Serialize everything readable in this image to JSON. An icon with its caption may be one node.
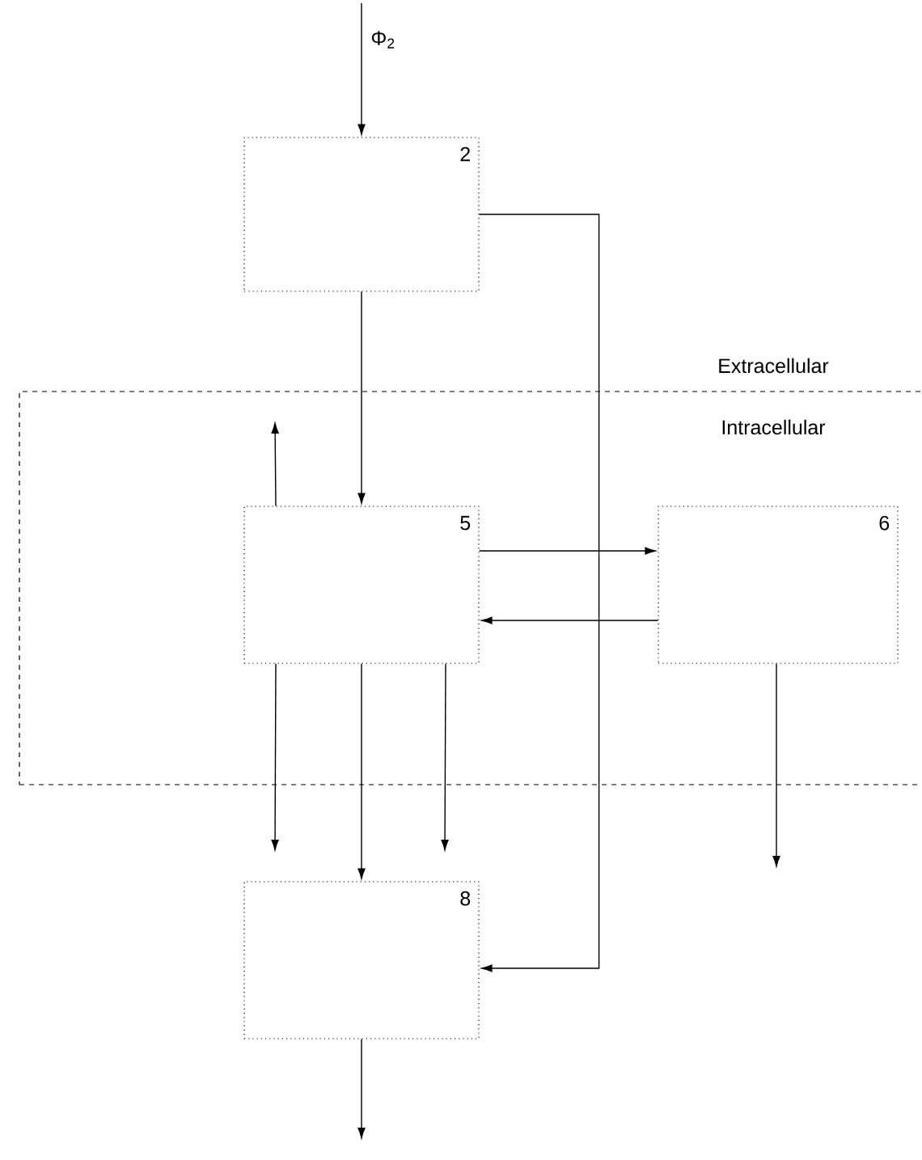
{
  "diagram": {
    "nodes": [
      {
        "text": [
          "2"
        ]
      },
      {
        "text": [
          "Intracellular"
        ]
      },
      {
        "text": [
          "5"
        ],
        "in": 1
      },
      {
        "text": [
          "6"
        ],
        "in": 1
      },
      {
        "text": [
          "8"
        ]
      }
    ],
    "edges": [
      {
        "from": null,
        "to": 0,
        "arrow": "to",
        "label": "Φ$_{2}$"
      },
      {
        "from": 0,
        "to": 2,
        "arrow": "to"
      },
      {
        "from": 0,
        "to": 4,
        "arrow": "to"
      },
      {
        "from": 2,
        "to": null,
        "arrow": "to"
      },
      {
        "from": 2,
        "to": 3,
        "arrow": "to"
      },
      {
        "from": 3,
        "to": 2,
        "arrow": "to"
      },
      {
        "from": 2,
        "to": null,
        "arrow": "to"
      },
      {
        "from": 2,
        "to": 4,
        "arrow": "to"
      },
      {
        "from": 2,
        "to": null,
        "arrow": "to"
      },
      {
        "from": 3,
        "to": null,
        "arrow": "to"
      },
      {
        "from": 4,
        "to": null,
        "arrow": "to"
      }
    ],
    "labels": [
      "Extracellular"
    ]
  }
}
